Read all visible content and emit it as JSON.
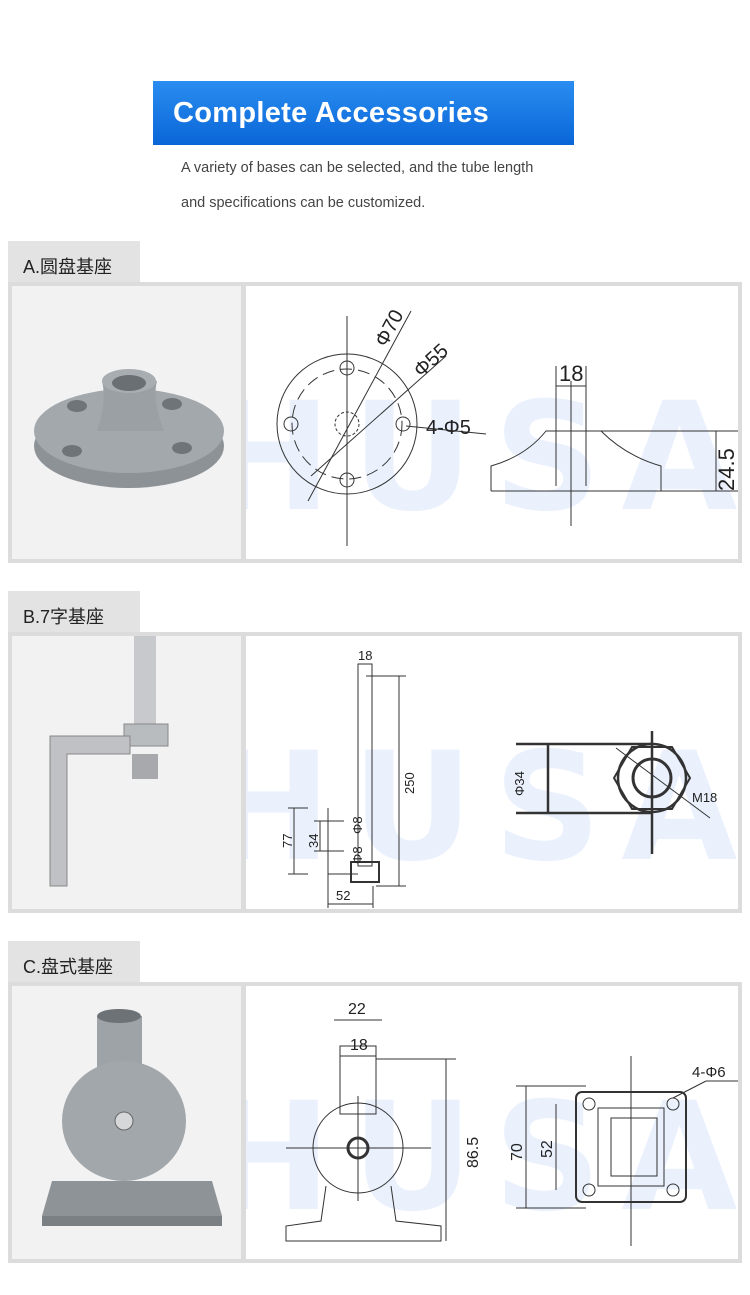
{
  "header": {
    "title": "Complete Accessories",
    "subtitle_lines": [
      "A variety of bases can be selected, and the tube length",
      "and specifications can be customized."
    ]
  },
  "watermark": "HUSA",
  "colors": {
    "banner": "#1577e6",
    "panel_border": "#dcdcdc",
    "tab_bg": "#e3e3e3",
    "product": "#9ea3a8"
  },
  "sections": [
    {
      "label": "A.圆盘基座",
      "dims": [
        "Φ70",
        "Φ55",
        "4-Φ5",
        "18",
        "24.5"
      ]
    },
    {
      "label": "B.7字基座",
      "dims": [
        "18",
        "250",
        "77",
        "34",
        "Φ8",
        "Φ8",
        "52",
        "Φ34",
        "M18"
      ]
    },
    {
      "label": "C.盘式基座",
      "dims": [
        "22",
        "18",
        "86.5",
        "70",
        "52",
        "4-Φ6"
      ]
    }
  ]
}
